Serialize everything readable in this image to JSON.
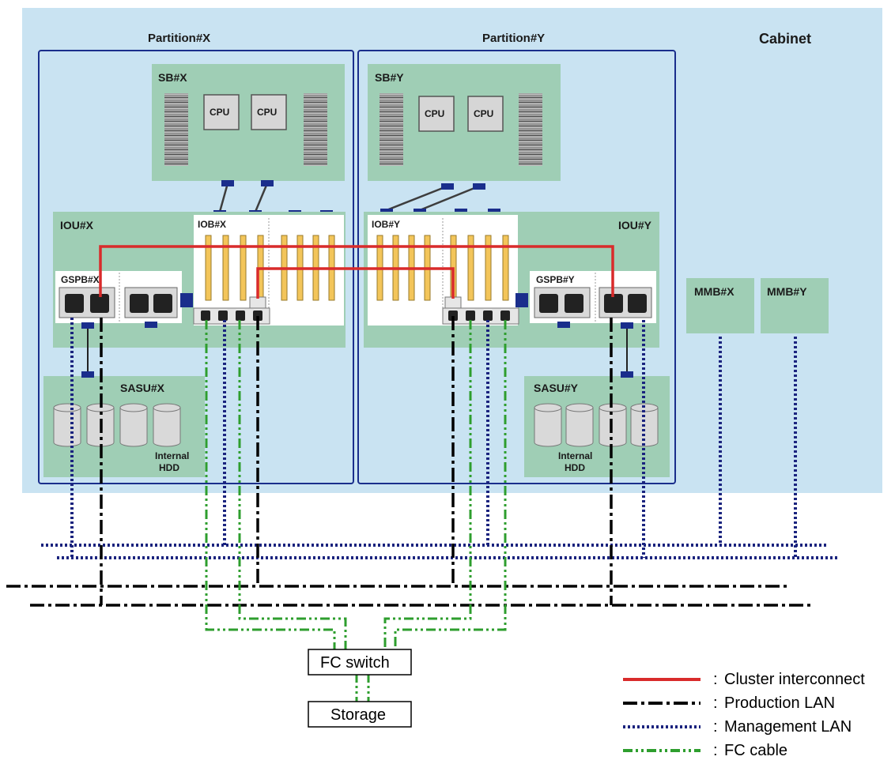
{
  "cabinet": {
    "label": "Cabinet"
  },
  "partitions": {
    "x": {
      "label": "Partition#X"
    },
    "y": {
      "label": "Partition#Y"
    }
  },
  "sb": {
    "x": {
      "label": "SB#X",
      "cpu_labels": [
        "CPU",
        "CPU"
      ]
    },
    "y": {
      "label": "SB#Y",
      "cpu_labels": [
        "CPU",
        "CPU"
      ]
    }
  },
  "iou": {
    "x": {
      "label": "IOU#X"
    },
    "y": {
      "label": "IOU#Y"
    }
  },
  "iob": {
    "x": {
      "label": "IOB#X"
    },
    "y": {
      "label": "IOB#Y"
    }
  },
  "gspb": {
    "x": {
      "label": "GSPB#X"
    },
    "y": {
      "label": "GSPB#Y"
    }
  },
  "sasu": {
    "x": {
      "label": "SASU#X",
      "hdd_label_1": "Internal",
      "hdd_label_2": "HDD"
    },
    "y": {
      "label": "SASU#Y",
      "hdd_label_1": "Internal",
      "hdd_label_2": "HDD"
    }
  },
  "mmb": {
    "x": {
      "label": "MMB#X"
    },
    "y": {
      "label": "MMB#Y"
    }
  },
  "fc_switch": {
    "label": "FC switch"
  },
  "storage": {
    "label": "Storage"
  },
  "legend": [
    {
      "label": "Cluster interconnect",
      "style": "solid",
      "color": "#d92b2b"
    },
    {
      "label": "Production LAN",
      "style": "dashdot",
      "color": "#000000"
    },
    {
      "label": "Management LAN",
      "style": "dotted",
      "color": "#1a237e"
    },
    {
      "label": "FC cable",
      "style": "dashdotdot",
      "color": "#2e9e2e"
    }
  ],
  "colors": {
    "cabinet_bg": "#c9e3f2",
    "module_green": "#9fceb5",
    "partition_border": "#1a2e8c",
    "cluster": "#d92b2b",
    "production": "#000000",
    "management": "#1a237e",
    "fc": "#2e9e2e",
    "slot_orange": "#f3c55a"
  }
}
